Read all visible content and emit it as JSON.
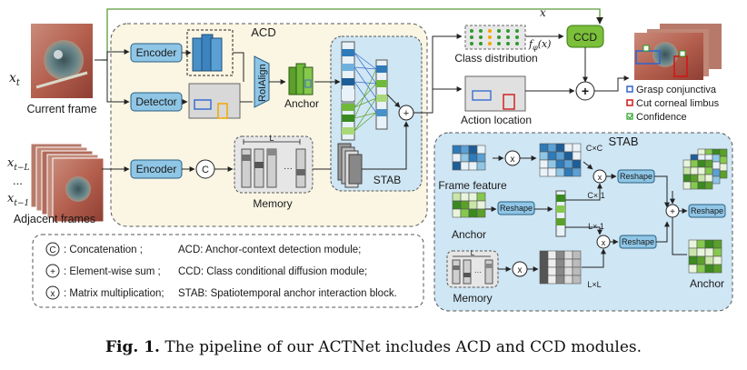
{
  "labels": {
    "x_t": "x",
    "x_t_sub": "t",
    "current_frame": "Current frame",
    "x_tL": "x",
    "x_tL_sub": "t−L",
    "dots": "...",
    "x_t1": "x",
    "x_t1_sub": "t−1",
    "adjacent_frames": "Adjacent frames",
    "encoder_top": "Encoder",
    "detector": "Detector",
    "encoder_bottom": "Encoder",
    "roialign": "RoIAlign",
    "anchor": "Anchor",
    "acd": "ACD",
    "stab": "STAB",
    "memory": "Memory",
    "memory_L": "L",
    "concat_symbol": "C",
    "plus_symbol": "+",
    "x_top": "x",
    "class_distribution": "Class distribution",
    "f_phi": "f",
    "f_phi_sub": "φ",
    "f_phi_arg": "(x)",
    "ccd": "CCD",
    "action_location": "Action location",
    "legend_grasp": "Grasp conjunctiva",
    "legend_cut": "Cut corneal limbus",
    "legend_conf": "Confidence"
  },
  "legend_key": {
    "concat": "Concatenation ;",
    "sum": "Element-wise sum ;",
    "matmul": "Matrix multiplication;",
    "acd_def": "ACD: Anchor-context detection module;",
    "ccd_def": "CCD: Class conditional diffusion module;",
    "stab_def": "STAB: Spatiotemporal anchor interaction block."
  },
  "stab_detail": {
    "title": "STAB",
    "frame_feature": "Frame feature",
    "anchor_in": "Anchor",
    "memory": "Memory",
    "anchor_out": "Anchor",
    "reshape": "Reshape",
    "cxc": "C×C",
    "cx1": "C× 1",
    "lx1": "L× 1",
    "lxl": "L×L",
    "mem_L": "L",
    "x_symbol": "x",
    "plus_symbol": "+"
  },
  "caption": {
    "prefix": "Fig. 1.",
    "text": " The pipeline of our ACTNet includes ACD and CCD modules."
  },
  "colors": {
    "panel_bg": "#fbf6e4",
    "stab_bg": "#cfe6f4",
    "box_blue": "#8fc6e6",
    "green": "#7bbf3a",
    "grasp": "#3366cc",
    "cut": "#d01818",
    "confidence": "#22a022"
  }
}
